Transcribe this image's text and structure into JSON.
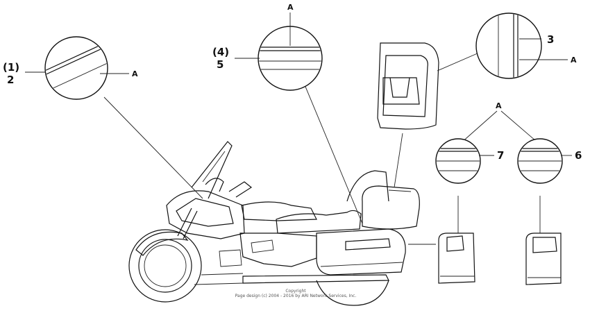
{
  "callouts": {
    "c1": "(1)",
    "c2": "2",
    "c4": "(4)",
    "c5": "5",
    "c3": "3",
    "c7": "7",
    "c6": "6",
    "a": "A"
  },
  "copyright": {
    "line1": "Copyright",
    "line2": "Page design (c) 2004 - 2016 by ARI Network Services, Inc."
  }
}
